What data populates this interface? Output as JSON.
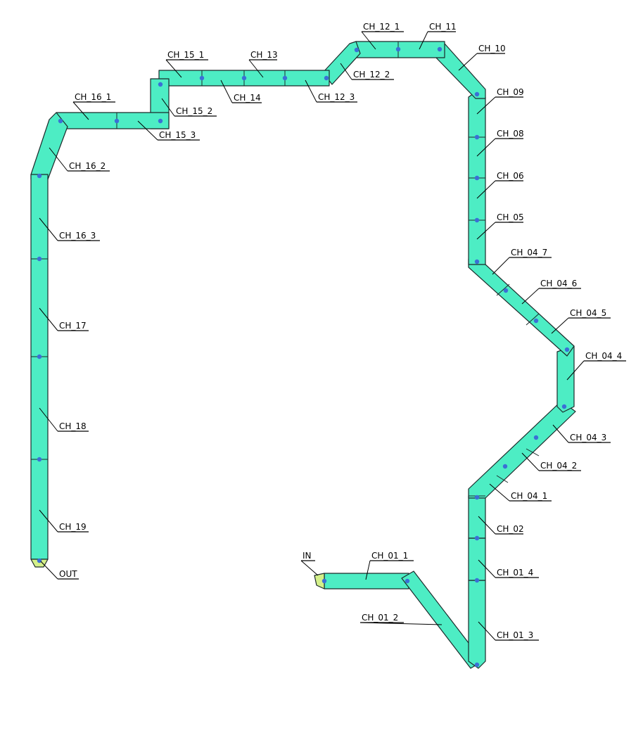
{
  "diagram": {
    "colors": {
      "channel_fill": "#4dedc4",
      "channel_stroke": "#1b2b2b",
      "port_fill": "#d4f08a",
      "joint": "#3b6fd6",
      "label": "#000000"
    },
    "labels": {
      "in": "IN",
      "out": "OUT",
      "ch_01_1": "CH_01_1",
      "ch_01_2": "CH_01_2",
      "ch_01_3": "CH_01_3",
      "ch_01_4": "CH_01_4",
      "ch_02": "CH_02",
      "ch_04_1": "CH_04_1",
      "ch_04_2": "CH_04_2",
      "ch_04_3": "CH_04_3",
      "ch_04_4": "CH_04_4",
      "ch_04_5": "CH_04_5",
      "ch_04_6": "CH_04_6",
      "ch_04_7": "CH_04_7",
      "ch_05": "CH_05",
      "ch_06": "CH_06",
      "ch_08": "CH_08",
      "ch_09": "CH_09",
      "ch_10": "CH_10",
      "ch_11": "CH_11",
      "ch_12_1": "CH_12_1",
      "ch_12_2": "CH_12_2",
      "ch_12_3": "CH_12_3",
      "ch_13": "CH_13",
      "ch_14": "CH_14",
      "ch_15_1": "CH_15_1",
      "ch_15_2": "CH_15_2",
      "ch_15_3": "CH_15_3",
      "ch_16_1": "CH_16_1",
      "ch_16_2": "CH_16_2",
      "ch_16_3": "CH_16_3",
      "ch_17": "CH_17",
      "ch_18": "CH_18",
      "ch_19": "CH_19"
    }
  }
}
